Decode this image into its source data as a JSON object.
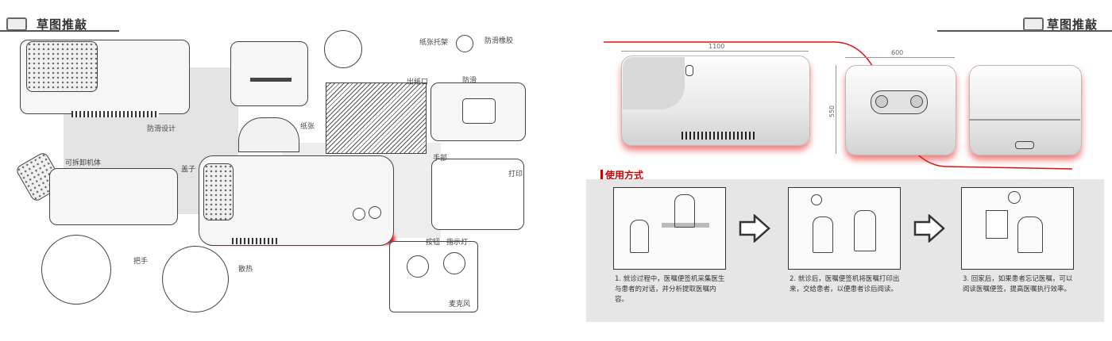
{
  "left_header": {
    "title": "草图推敲"
  },
  "right_header": {
    "title": "草图推敲"
  },
  "sketch_notes": {
    "n1": "防滑设计",
    "n2": "纸张托架",
    "n3": "防滑橡胶",
    "n4": "纸张",
    "n5": "出纸口",
    "n6": "防滑",
    "n7": "手部",
    "n8": "盖子",
    "n9": "打印",
    "n10": "指示灯",
    "n11": "按钮",
    "n12": "散热",
    "n13": "把手",
    "n14": "麦克风",
    "n15": "可拆卸机体"
  },
  "dimensions": {
    "width": "1100",
    "depth": "600",
    "height": "550"
  },
  "usage": {
    "title": "使用方式",
    "steps": [
      {
        "caption": "1. 就诊过程中，医嘱便签机采集医生与患者的对话，并分析提取医嘱内容。"
      },
      {
        "caption": "2. 就诊后，医嘱便签机将医嘱打印出来，交给患者，以便患者诊后阅读。"
      },
      {
        "caption": "3. 回家后，如果患者忘记医嘱，可以阅读医嘱便签，提高医嘱执行效率。"
      }
    ]
  },
  "colors": {
    "accent": "#e11111",
    "panel_bg": "#e6e6e6"
  }
}
